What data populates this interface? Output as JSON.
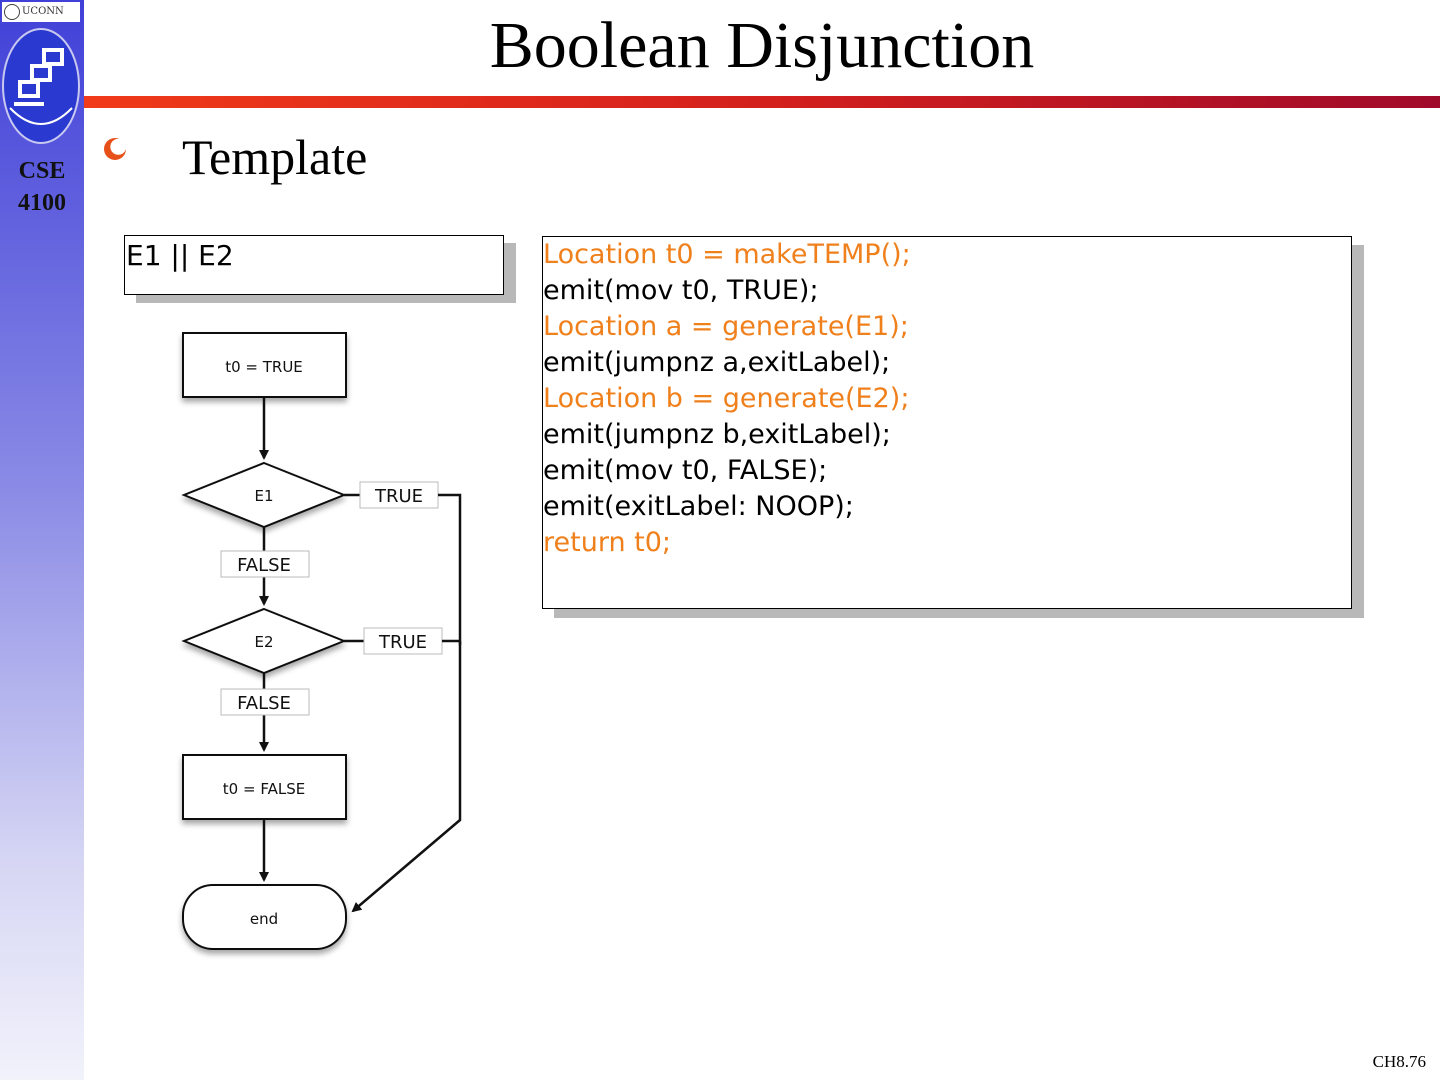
{
  "sidebar": {
    "university": "UCONN",
    "course": [
      "CSE",
      "4100"
    ]
  },
  "slide": {
    "title": "Boolean Disjunction",
    "bullet": "Template",
    "expression": "E1 || E2",
    "page_number": "CH8.76"
  },
  "code": {
    "lines": [
      {
        "text": "Location t0 = makeTEMP();",
        "highlight": true
      },
      {
        "text": "emit(mov t0, TRUE);",
        "highlight": false
      },
      {
        "text": "Location a = generate(E1);",
        "highlight": true
      },
      {
        "text": "emit(jumpnz a,exitLabel);",
        "highlight": false
      },
      {
        "text": "Location b = generate(E2);",
        "highlight": true
      },
      {
        "text": "emit(jumpnz b,exitLabel);",
        "highlight": false
      },
      {
        "text": "emit(mov t0, FALSE);",
        "highlight": false
      },
      {
        "text": "emit(exitLabel: NOOP);",
        "highlight": false
      },
      {
        "text": "return t0;",
        "highlight": true
      }
    ],
    "highlight_color": "#f0801c"
  },
  "flowchart": {
    "start_box": "t0 = TRUE",
    "decision_1": "E1",
    "decision_2": "E2",
    "true_label_1": "TRUE",
    "false_label_1": "FALSE",
    "true_label_2": "TRUE",
    "false_label_2": "FALSE",
    "false_box": "t0 = FALSE",
    "end_box": "end"
  },
  "colors": {
    "accent_rule_start": "#f03a1a",
    "accent_rule_end": "#a00a2a",
    "sidebar": "#4040d8"
  }
}
